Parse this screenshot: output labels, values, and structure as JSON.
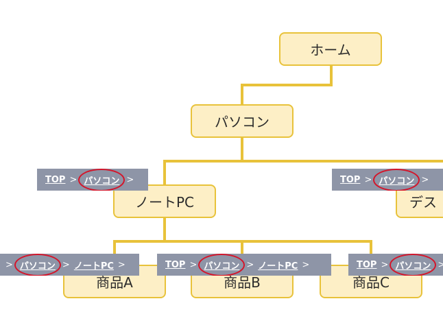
{
  "colors": {
    "node_fill": "#fdefc6",
    "node_border": "#e8c23a",
    "connector": "#e8c23a",
    "breadcrumb_bg": "#8e95a7",
    "highlight_ellipse": "#d4152a"
  },
  "nodes": {
    "home": "ホーム",
    "pc": "パソコン",
    "notepc": "ノートPC",
    "desktop": "デス",
    "product_a": "商品A",
    "product_b": "商品B",
    "product_c": "商品C"
  },
  "breadcrumbs": {
    "notepc": [
      "TOP",
      ">",
      "パソコン",
      ">"
    ],
    "desktop": [
      "TOP",
      ">",
      "パソコン",
      ">"
    ],
    "product_a": [
      ">",
      "パソコン",
      ">",
      "ノートPC",
      ">"
    ],
    "product_b": [
      "TOP",
      ">",
      "パソコン",
      ">",
      "ノートPC",
      ">"
    ],
    "product_c": [
      "TOP",
      ">",
      "パソコン",
      ">"
    ]
  }
}
